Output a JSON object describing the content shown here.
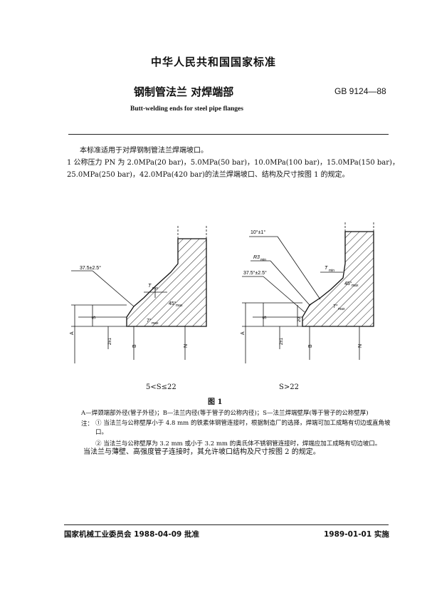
{
  "header": {
    "standard_title": "中华人民共和国国家标准",
    "title": "钢制管法兰    对焊端部",
    "code": "GB 9124—88",
    "subtitle": "Butt-welding ends for steel pipe flanges"
  },
  "body": {
    "intro": "本标准适用于对焊钢制管法兰焊端坡口。",
    "clause1_line1": "1  公称压力 PN 为 2.0MPa(20 bar)，5.0MPa(50 bar)，10.0MPa(100 bar)，15.0MPa(150 bar)，",
    "clause1_line2": "25.0MPa(250 bar)，42.0MPa(420 bar)的法兰焊端坡口、结构及尺寸按图 1 的规定。"
  },
  "figure": {
    "left_labels": {
      "angle": "37.5±2.5°",
      "t_min": "T",
      "t_sub": "min",
      "angle45": "45°",
      "angle45_sub": "max",
      "angle7": "7°",
      "angle7_sub": "max",
      "s": "S",
      "land": "2±1",
      "a": "A",
      "b": "B",
      "n": "N"
    },
    "right_labels": {
      "angle10": "10°±1°",
      "r3": "R3",
      "r3_sub": "min",
      "angle": "37.5°±2.5°",
      "t_min": "T",
      "t_sub": "min",
      "angle45": "45°",
      "angle45_sub": "max",
      "angle7": "7°",
      "angle7_sub": "max",
      "dim20": "20",
      "s": "S",
      "land": "2±1",
      "a": "A",
      "b": "B",
      "n": "N"
    },
    "caption_left": "5<S≤22",
    "caption_right": "S>22",
    "figure_title": "图 1"
  },
  "notes": {
    "legend": "A—焊颈端部外径(管子外径)；B—法兰内径(等于管子的公称内径)；S—法兰焊端壁厚(等于管子的公称壁厚)",
    "note_label": "注：",
    "note1": "① 当法兰与公称壁厚小于 4.8 mm 的铁素体钢管连接时，根据制造厂的选择，焊端可加工成略有切边或直角坡口。",
    "note2": "② 当法兰与公称壁厚为 3.2 mm 或小于 3.2 mm 的奥氏体不锈钢管连接时，焊端应加工成略有切边坡口。",
    "line3": "当法兰与薄壁、高强度管子连接时，其允许坡口结构及尺寸按图 2 的规定。"
  },
  "footer": {
    "approval": "国家机械工业委员会 1988-04-09 批准",
    "effective": "1989-01-01 实施"
  }
}
